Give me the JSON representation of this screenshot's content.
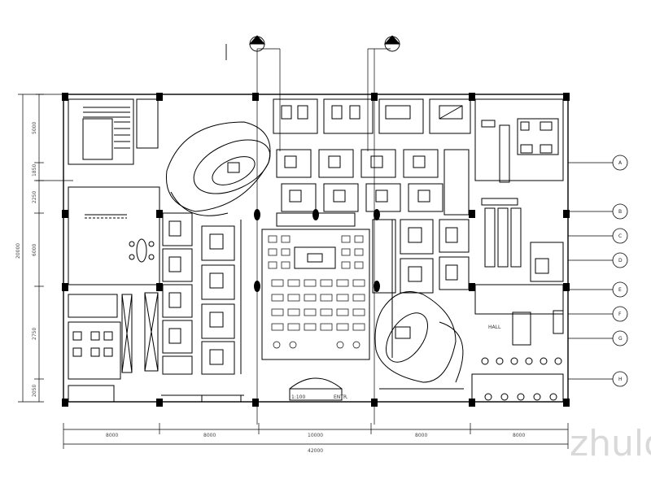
{
  "drawing": {
    "top_dimensions": [
      "8000",
      "8000",
      "10000",
      "8000",
      "8000"
    ],
    "top_total": "42000",
    "left_dimensions": [
      "5000",
      "1850",
      "2250",
      "6000",
      "2750",
      "2050"
    ],
    "left_total": "20000",
    "room_labels": {
      "title_plate": "1:100",
      "entrance_note": "ENTR.",
      "hall_note": "HALL"
    },
    "grid_bubbles_right": [
      "A",
      "B",
      "C",
      "D",
      "E",
      "F",
      "G",
      "H"
    ],
    "watermark": "zhulong"
  }
}
